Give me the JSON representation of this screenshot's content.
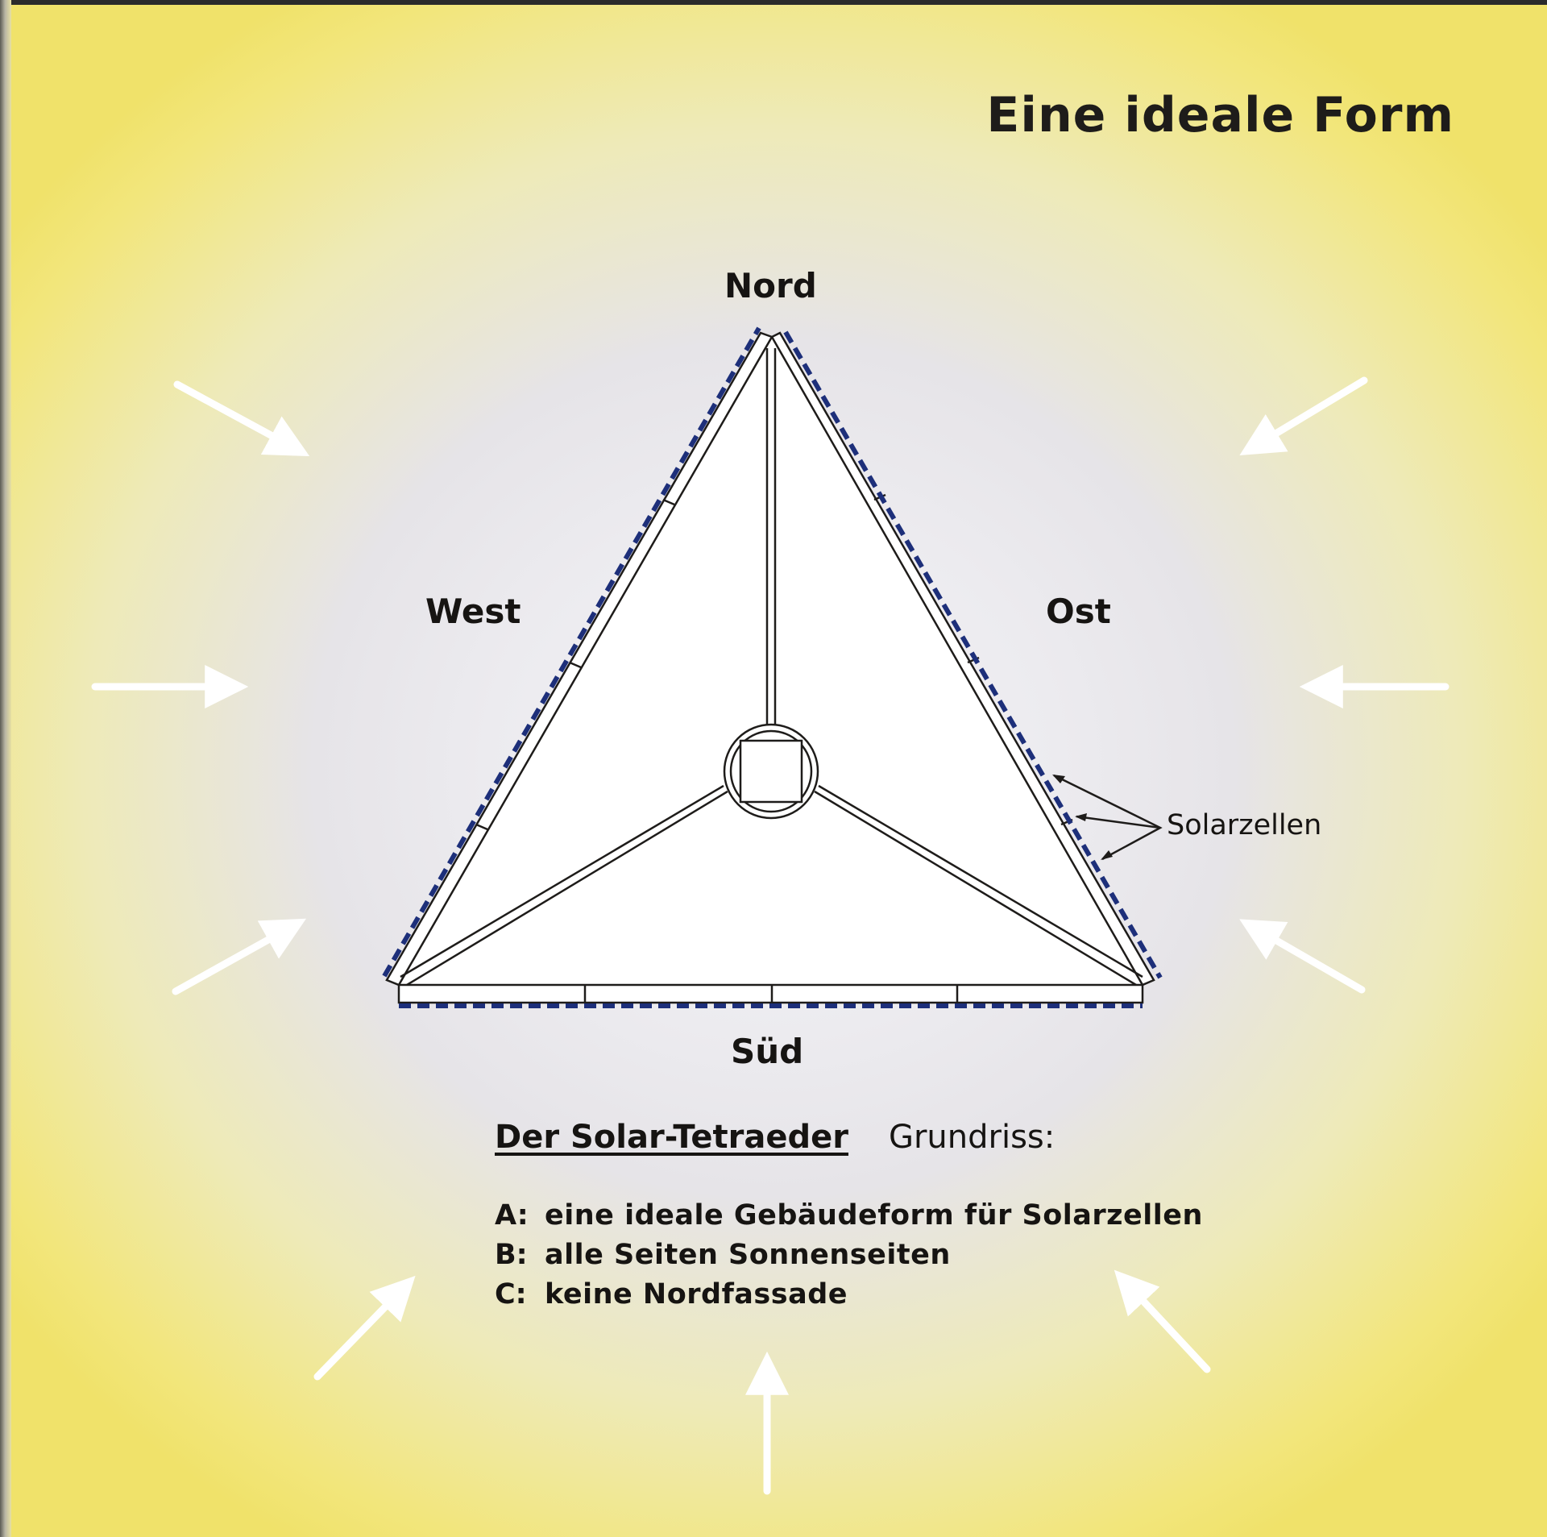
{
  "title": "Eine ideale Form",
  "directions": {
    "north": "Nord",
    "west": "West",
    "east": "Ost",
    "south": "Süd"
  },
  "solar_label": "Solarzellen",
  "caption": {
    "name": "Der Solar-Tetraeder",
    "subtitle": "Grundriss:"
  },
  "points": [
    {
      "key": "A:",
      "text": "eine ideale Gebäudeform für Solarzellen"
    },
    {
      "key": "B:",
      "text": "alle Seiten Sonnenseiten"
    },
    {
      "key": "C:",
      "text": "keine Nordfassade"
    }
  ],
  "colors": {
    "background_yellow": "#f2e67c",
    "center_light": "#f4f3f6",
    "solar_cell_blue": "#1d2f7a",
    "arrow_white": "#ffffff",
    "outline": "#1e1c1a"
  }
}
